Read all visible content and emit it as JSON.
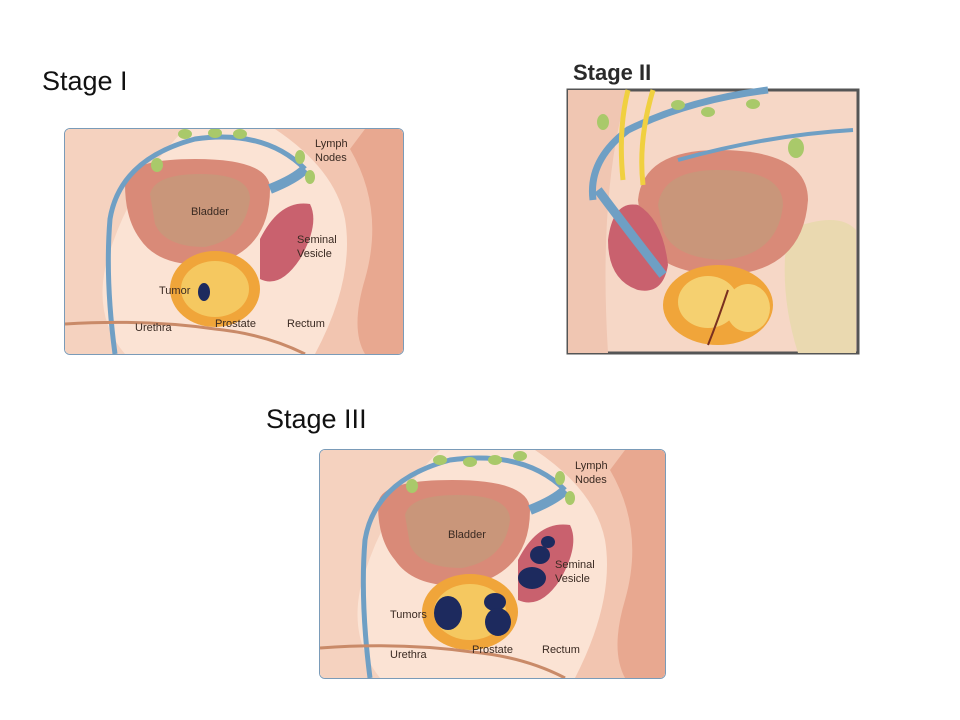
{
  "stages": {
    "stage1": {
      "heading": "Stage I",
      "labels": {
        "lymph_line1": "Lymph",
        "lymph_line2": "Nodes",
        "bladder": "Bladder",
        "seminal_line1": "Seminal",
        "seminal_line2": "Vesicle",
        "tumor": "Tumor",
        "urethra": "Urethra",
        "prostate": "Prostate",
        "rectum": "Rectum"
      }
    },
    "stage2": {
      "heading": "Stage II"
    },
    "stage3": {
      "heading": "Stage III",
      "labels": {
        "lymph_line1": "Lymph",
        "lymph_line2": "Nodes",
        "bladder": "Bladder",
        "seminal_line1": "Seminal",
        "seminal_line2": "Vesicle",
        "tumors": "Tumors",
        "urethra": "Urethra",
        "prostate": "Prostate",
        "rectum": "Rectum"
      }
    }
  },
  "colors": {
    "background": "#ffffff",
    "tissue": "#f3cdb8",
    "bladder": "#d98a78",
    "bladder_inner": "#c9967a",
    "prostate": "#f0a53a",
    "seminal_vesicle": "#c9616e",
    "vessel_blue": "#6f9fc4",
    "lymph_node": "#a9c96a",
    "tumor": "#1d2a5e",
    "rectum": "#e8a890",
    "panel_border": "#7a9bb8",
    "stage2_border": "#555555"
  }
}
